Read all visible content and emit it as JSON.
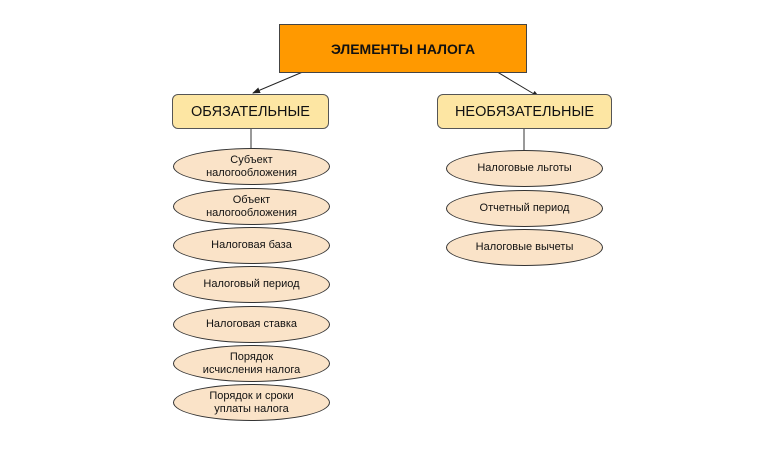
{
  "root": {
    "label": "ЭЛЕМЕНТЫ НАЛОГА"
  },
  "mandatory": {
    "label": "ОБЯЗАТЕЛЬНЫЕ",
    "items": [
      "Субъект\nналогообложения",
      "Объект\nналогообложения",
      "Налоговая база",
      "Налоговый период",
      "Налоговая ставка",
      "Порядок\nисчисления налога",
      "Порядок и сроки\nуплаты налога"
    ]
  },
  "optional": {
    "label": "НЕОБЯЗАТЕЛЬНЫЕ",
    "items": [
      "Налоговые льготы",
      "Отчетный период",
      "Налоговые вычеты"
    ]
  },
  "colors": {
    "root": "#ff9900",
    "category": "#fde6a3",
    "item": "#fae3c8"
  }
}
